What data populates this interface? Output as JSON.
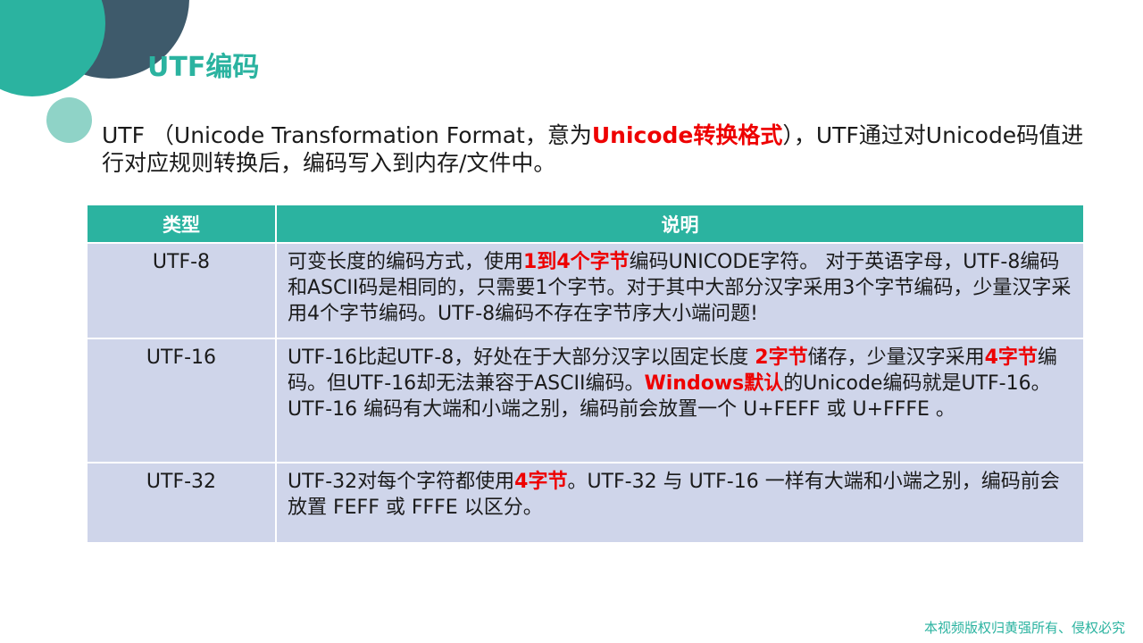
{
  "slide": {
    "title": "UTF编码",
    "intro": {
      "part1": "UTF （Unicode Transformation Format，意为",
      "highlight": "Unicode转换格式",
      "part2": "），UTF通过对Unicode码值进行对应规则转换后，编码写入到内存/文件中。"
    }
  },
  "table": {
    "headers": [
      "类型",
      "说明"
    ],
    "rows": [
      {
        "type": "UTF-8",
        "desc": [
          {
            "t": "可变长度的编码方式，使用"
          },
          {
            "t": "1到4个字节",
            "hl": true
          },
          {
            "t": "编码UNICODE字符。 对于英语字母，UTF-8编码和ASCII码是相同的，只需要1个字节。对于其中大部分汉字采用3个字节编码，少量汉字采用4个字节编码。UTF-8编码不存在字节序大小端问题!"
          }
        ]
      },
      {
        "type": "UTF-16",
        "desc": [
          {
            "t": "UTF-16比起UTF-8，好处在于大部分汉字以固定长度 "
          },
          {
            "t": "2字节",
            "hl": true
          },
          {
            "t": "储存，少量汉字采用"
          },
          {
            "t": "4字节",
            "hl": true
          },
          {
            "t": "编码。但UTF-16却无法兼容于ASCII编码。"
          },
          {
            "t": "Windows默认",
            "hl": true
          },
          {
            "t": "的Unicode编码就是UTF-16。 UTF-16 编码有大端和小端之别，编码前会放置一个 U+FEFF 或 U+FFFE 。"
          }
        ]
      },
      {
        "type": "UTF-32",
        "desc": [
          {
            "t": "UTF-32对每个字符都使用"
          },
          {
            "t": "4字节",
            "hl": true
          },
          {
            "t": "。UTF-32 与 UTF-16 一样有大端和小端之别，编码前会放置 FEFF 或 FFFE 以区分。"
          }
        ]
      }
    ]
  },
  "footer": "本视频版权归黄强所有、侵权必究",
  "colors": {
    "accent": "#2bb3a0",
    "highlight": "#ee0000",
    "row_bg": "#cfd5ea",
    "deco_dark": "#3e5a6b",
    "deco_light": "#8fd3c7"
  }
}
